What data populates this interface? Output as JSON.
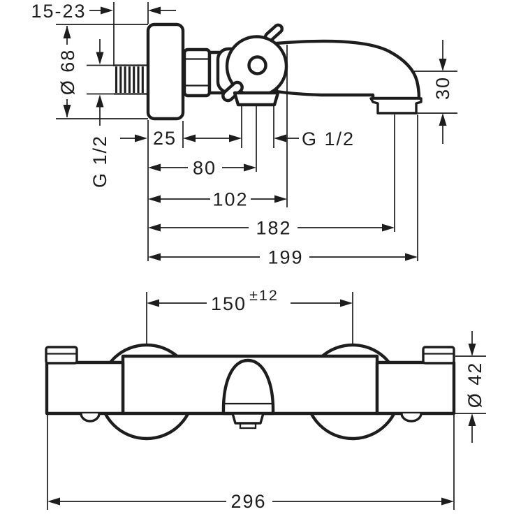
{
  "colors": {
    "background": "#ffffff",
    "ink": "#1d1d1d"
  },
  "side_view": {
    "labels": {
      "wall_depth": "15-23",
      "escutcheon_diameter": "Ø 68",
      "inlet_thread": "G 1/2",
      "offset_25": "25",
      "outlet_thread": "G 1/2",
      "spout_height": "30",
      "dim_80": "80",
      "dim_102": "102",
      "dim_182": "182",
      "dim_199": "199"
    }
  },
  "front_view": {
    "labels": {
      "center_distance": "150",
      "center_distance_tolerance": "±12",
      "body_diameter": "Ø 42",
      "overall_width": "296"
    }
  }
}
